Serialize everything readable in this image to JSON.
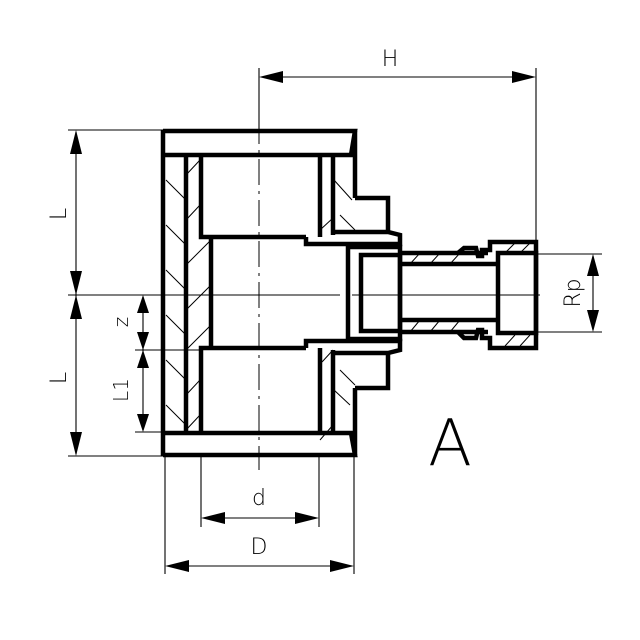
{
  "drawing": {
    "title_letter": "A",
    "dimensions": {
      "H": "H",
      "L_upper": "L",
      "L_lower": "L",
      "z": "z",
      "L1": "L1",
      "Rp": "Rp",
      "d": "d",
      "D": "D"
    },
    "colors": {
      "line": "#000000",
      "background": "#ffffff"
    }
  }
}
